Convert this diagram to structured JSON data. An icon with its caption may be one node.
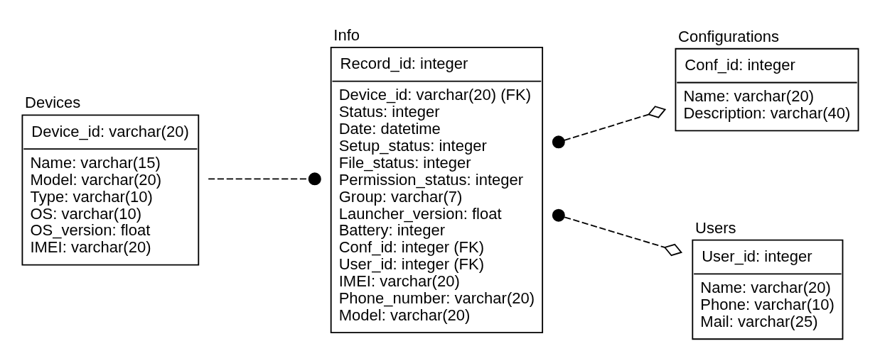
{
  "diagram": {
    "nodes": [
      {
        "text": [
          "Devices",
          "Device_id: varchar(20)",
          "Name: varchar(15)",
          "Model: varchar(20)",
          "Type: varchar(10)",
          "OS: varchar(10)",
          "OS_version: float",
          "IMEI: varchar(20)"
        ]
      },
      {
        "text": [
          "Info",
          "Record_id: integer",
          "Device_id: varchar(20) (FK)",
          "Status: integer",
          "Date: datetime",
          "Setup_status: integer",
          "File_status: integer",
          "Permission_status: integer",
          "Group: varchar(7)",
          "Launcher_version: float",
          "Battery: integer",
          "Conf_id: integer (FK)",
          "User_id: integer (FK)",
          "IMEI: varchar(20)",
          "Phone_number: varchar(20)",
          "Model: varchar(20)"
        ]
      },
      {
        "text": [
          "Configurations",
          "Conf_id: integer",
          "Name: varchar(20)",
          "Description: varchar(40)"
        ]
      },
      {
        "text": [
          "Users",
          "User_id: integer",
          "Name: varchar(20)",
          "Phone: varchar(10)",
          "Mail: varchar(25)"
        ]
      }
    ],
    "edges": [
      {
        "from": 0,
        "to": 1,
        "arrow": "other",
        "style": "dashed"
      },
      {
        "from": 1,
        "to": 2,
        "arrow": "other",
        "style": "dashed"
      },
      {
        "from": 1,
        "to": 3,
        "arrow": "other",
        "style": "dashed"
      }
    ]
  }
}
